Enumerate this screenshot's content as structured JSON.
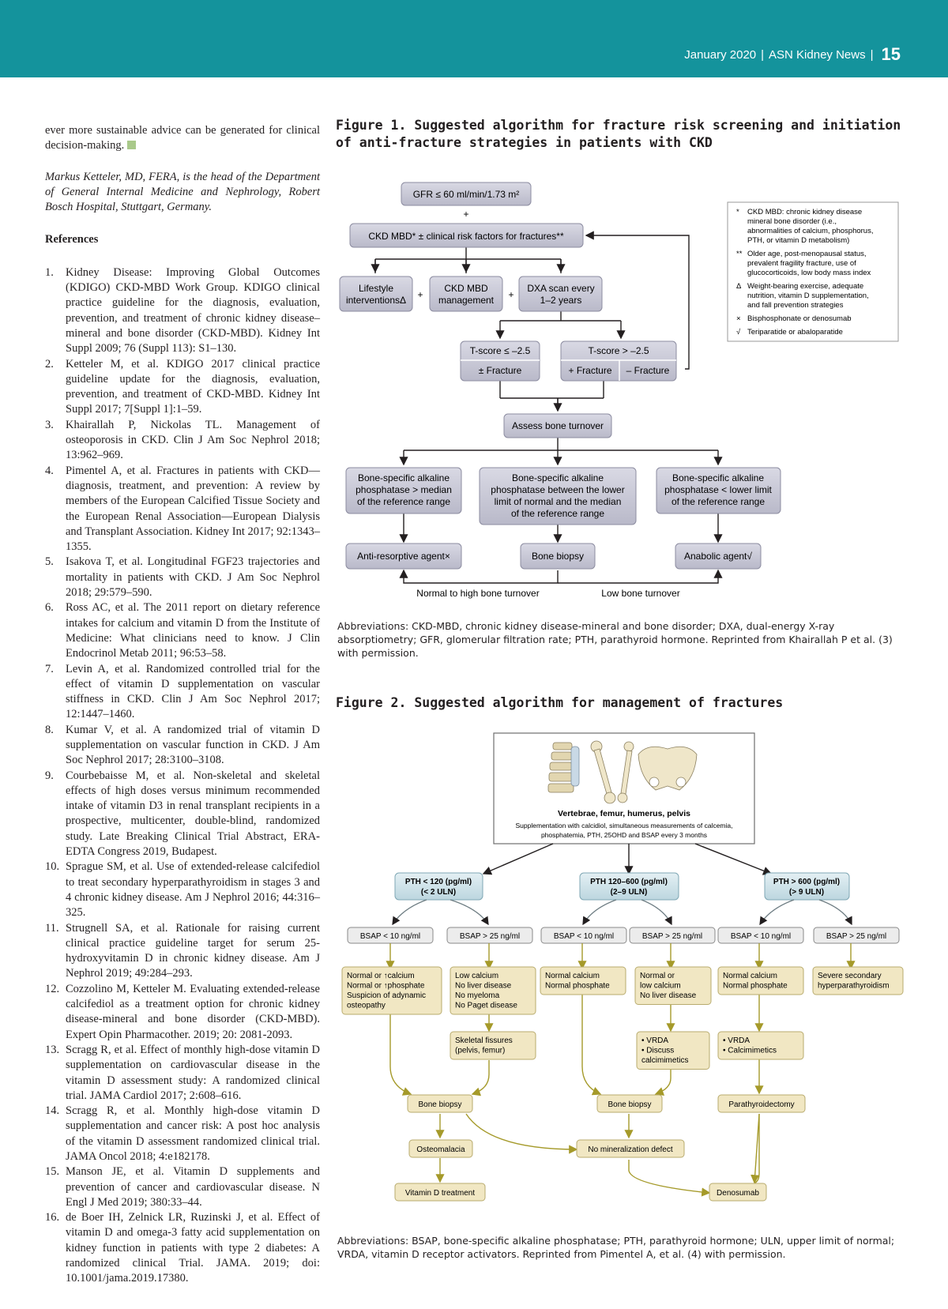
{
  "header": {
    "date": "January 2020",
    "sep": "|",
    "publication": "ASN Kidney News",
    "page": "15"
  },
  "left": {
    "intro_text": "ever more sustainable advice can be generated for clinical decision-making.",
    "author_note": "Markus Ketteler, MD, FERA, is the head of the Department of General Internal Medicine and Nephrology, Robert Bosch Hospital, Stuttgart, Germany.",
    "references_heading": "References",
    "references": [
      {
        "num": "1.",
        "text": "Kidney Disease: Improving Global Outcomes (KDIGO) CKD-MBD Work Group. KDIGO clinical practice guideline for the diagnosis, evaluation, prevention, and treatment of chronic kidney disease–mineral and bone disorder (CKD-MBD). Kidney Int Suppl 2009; 76 (Suppl 113): S1–130."
      },
      {
        "num": "2.",
        "text": "Ketteler M, et al. KDIGO 2017 clinical practice guideline update for the diagnosis, evaluation, prevention, and treatment of CKD-MBD. Kidney Int Suppl 2017; 7[Suppl 1]:1–59."
      },
      {
        "num": "3.",
        "text": "Khairallah P, Nickolas TL. Management of osteoporosis in CKD. Clin J Am Soc Nephrol 2018; 13:962–969."
      },
      {
        "num": "4.",
        "text": "Pimentel A, et al. Fractures in patients with CKD—diagnosis, treatment, and prevention: A review by members of the European Calcified Tissue Society and the European Renal Association—European Dialysis and Transplant Association. Kidney Int 2017; 92:1343–1355."
      },
      {
        "num": "5.",
        "text": "Isakova T, et al. Longitudinal FGF23 trajectories and mortality in patients with CKD. J Am Soc Nephrol 2018; 29:579–590."
      },
      {
        "num": "6.",
        "text": "Ross AC, et al. The 2011 report on dietary reference intakes for calcium and vitamin D from the Institute of Medicine: What clinicians need to know. J Clin Endocrinol Metab 2011; 96:53–58."
      },
      {
        "num": "7.",
        "text": "Levin A, et al. Randomized controlled trial for the effect of vitamin D supplementation on vascular stiffness in CKD. Clin J Am Soc Nephrol 2017; 12:1447–1460."
      },
      {
        "num": "8.",
        "text": "Kumar V, et al. A randomized trial of vitamin D supplementation on vascular function in CKD. J Am Soc Nephrol 2017; 28:3100–3108."
      },
      {
        "num": "9.",
        "text": "Courbebaisse M, et al. Non-skeletal and skeletal effects of high doses versus minimum recommended intake of vitamin D3 in renal transplant recipients in a prospective, multicenter, double-blind, randomized study. Late Breaking Clinical Trial Abstract, ERA-EDTA Congress 2019, Budapest."
      },
      {
        "num": "10.",
        "text": "Sprague SM, et al. Use of extended-release calcifediol to treat secondary hyperparathyroidism in stages 3 and 4 chronic kidney disease. Am J Nephrol 2016; 44:316–325."
      },
      {
        "num": "11.",
        "text": "Strugnell SA, et al. Rationale for raising current clinical practice guideline target for serum 25-hydroxyvitamin D in chronic kidney disease. Am J Nephrol 2019; 49:284–293."
      },
      {
        "num": "12.",
        "text": "Cozzolino M, Ketteler M. Evaluating extended-release calcifediol as a treatment option for chronic kidney disease-mineral and bone disorder (CKD-MBD). Expert Opin Pharmacother. 2019; 20: 2081-2093."
      },
      {
        "num": "13.",
        "text": "Scragg R, et al. Effect of monthly high-dose vitamin D supplementation on cardiovascular disease in the vitamin D assessment study: A randomized clinical trial. JAMA Cardiol 2017; 2:608–616."
      },
      {
        "num": "14.",
        "text": "Scragg R, et al. Monthly high-dose vitamin D supplementation and cancer risk: A post hoc analysis of the vitamin D assessment randomized clinical trial. JAMA Oncol 2018; 4:e182178."
      },
      {
        "num": "15.",
        "text": "Manson JE, et al. Vitamin D supplements and prevention of cancer and cardiovascular disease. N Engl J Med 2019; 380:33–44."
      },
      {
        "num": "16.",
        "text": "de Boer IH, Zelnick LR, Ruzinski J, et al. Effect of vitamin D and omega-3 fatty acid supplementation on kidney function in patients with type 2 diabetes: A randomized clinical Trial. JAMA. 2019; doi: 10.1001/jama.2019.17380."
      }
    ]
  },
  "fig1": {
    "title": "Figure 1. Suggested algorithm for fracture risk screening and initiation of anti-fracture strategies in patients with CKD",
    "gfr": "GFR ≤ 60 ml/min/1.73 m²",
    "plus": "+",
    "ckd_mbd": "CKD MBD* ± clinical risk factors for fractures**",
    "lifestyle": [
      "Lifestyle",
      "interventionsΔ"
    ],
    "ckd_mgmt": [
      "CKD MBD",
      "management"
    ],
    "dxa": [
      "DXA scan every",
      "1–2 years"
    ],
    "tscore_low": "T-score ≤ –2.5",
    "tscore_low_sub": "± Fracture",
    "tscore_high": "T-score > –2.5",
    "tscore_high_plus": "+ Fracture",
    "tscore_high_minus": "– Fracture",
    "assess": "Assess bone turnover",
    "bsap_high": [
      "Bone-specific alkaline",
      "phosphatase > median",
      "of the reference range"
    ],
    "bsap_mid": [
      "Bone-specific alkaline",
      "phosphatase between the lower",
      "limit of normal and the median",
      "of the reference range"
    ],
    "bsap_low": [
      "Bone-specific alkaline",
      "phosphatase < lower limit",
      "of the reference range"
    ],
    "antiresorptive": "Anti-resorptive agent×",
    "biopsy": "Bone biopsy",
    "anabolic": "Anabolic agent√",
    "normal_high": "Normal to high bone turnover",
    "low_turnover": "Low bone turnover",
    "legend": [
      {
        "sym": "*",
        "lines": [
          "CKD MBD: chronic kidney disease",
          "mineral bone disorder (i.e.,",
          "abnormalities of calcium, phosphorus,",
          "PTH, or vitamin D metabolism)"
        ]
      },
      {
        "sym": "**",
        "lines": [
          "Older age, post-menopausal status,",
          "prevalent fragility fracture, use of",
          "glucocorticoids, low body mass index"
        ]
      },
      {
        "sym": "Δ",
        "lines": [
          "Weight-bearing exercise, adequate",
          "nutrition, vitamin D supplementation,",
          "and fall prevention strategies"
        ]
      },
      {
        "sym": "×",
        "lines": [
          "Bisphosphonate or denosumab"
        ]
      },
      {
        "sym": "√",
        "lines": [
          "Teriparatide or abaloparatide"
        ]
      }
    ],
    "abbreviations": "Abbreviations: CKD-MBD, chronic kidney disease-mineral and bone disorder; DXA, dual-energy X-ray absorptiometry; GFR, glomerular filtration rate; PTH, parathyroid hormone. Reprinted from Khairallah P et al. (3) with permission."
  },
  "fig2": {
    "title": "Figure 2. Suggested algorithm for management of fractures",
    "top_title": "Vertebrae, femur, humerus, pelvis",
    "top_sub": [
      "Supplementation with calcidiol, simultaneous measurements of calcemia,",
      "phosphatemia, PTH, 25OHD and BSAP every 3 months"
    ],
    "pth_low": [
      "PTH < 120 (pg/ml)",
      "(< 2 ULN)"
    ],
    "pth_mid": [
      "PTH 120–600 (pg/ml)",
      "(2–9 ULN)"
    ],
    "pth_high": [
      "PTH > 600 (pg/ml)",
      "(> 9 ULN)"
    ],
    "bsap_lt10": "BSAP < 10 ng/ml",
    "bsap_gt25": "BSAP > 25 ng/ml",
    "c1": [
      "Normal or ↑calcium",
      "Normal or ↑phosphate",
      "Suspicion of adynamic",
      "osteopathy"
    ],
    "c2": [
      "Low calcium",
      "No liver disease",
      "No myeloma",
      "No Paget disease"
    ],
    "c3": [
      "Normal calcium",
      "Normal phosphate"
    ],
    "c4": [
      "Normal or",
      "low calcium",
      "No liver disease"
    ],
    "c5": [
      "Normal calcium",
      "Normal phosphate"
    ],
    "c6": [
      "Severe secondary",
      "hyperparathyroidism"
    ],
    "skeletal": [
      "Skeletal fissures",
      "(pelvis, femur)"
    ],
    "vrda": [
      "• VRDA",
      "• Discuss",
      "calcimimetics"
    ],
    "vrda2": [
      "• VRDA",
      "• Calcimimetics"
    ],
    "bone_biopsy": "Bone biopsy",
    "parathyroidectomy": "Parathyroidectomy",
    "osteomalacia": "Osteomalacia",
    "no_min": "No mineralization defect",
    "vitd": "Vitamin D treatment",
    "denosumab": "Denosumab",
    "abbreviations": "Abbreviations: BSAP, bone-specific alkaline phosphatase; PTH, parathyroid hormone; ULN, upper limit of normal; VRDA, vitamin D receptor activators. Reprinted from Pimentel A, et al. (4) with permission."
  },
  "colors": {
    "header": "#14939c",
    "fig1_box": "#c8c8d6",
    "fig2_blue": "#cfe3ea",
    "fig2_yellow": "#f1e7c3",
    "fig2_arrow": "#a59a2a"
  }
}
